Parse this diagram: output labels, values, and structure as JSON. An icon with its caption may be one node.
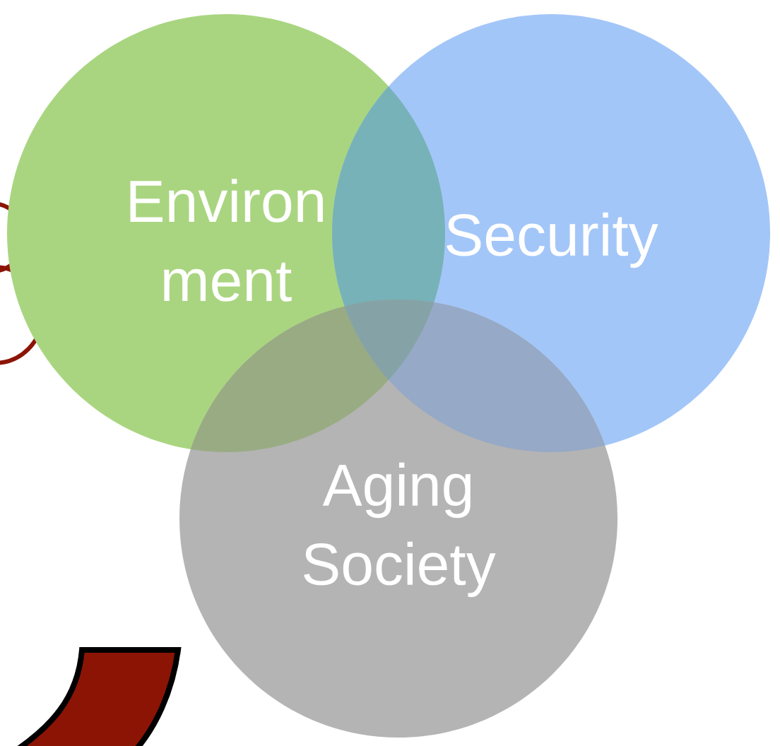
{
  "diagram": {
    "nodes": [
      {
        "text": [
          "Environ ment"
        ]
      },
      {
        "text": [
          "Security"
        ]
      },
      {
        "text": [
          "Aging Society"
        ]
      }
    ]
  }
}
